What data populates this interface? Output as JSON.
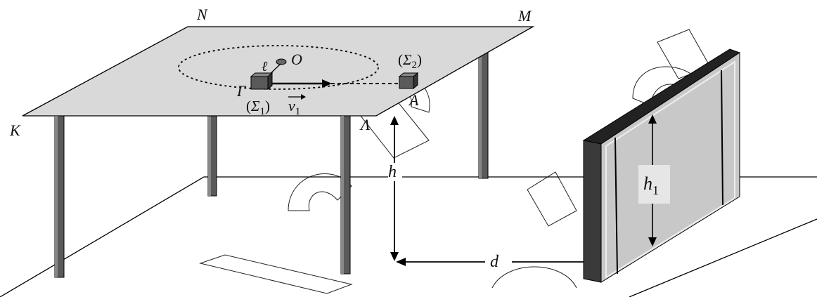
{
  "labels": {
    "N": "N",
    "M": "M",
    "K": "K",
    "Lambda": "Λ",
    "O": "O",
    "ell": "ℓ",
    "Gamma": "Γ",
    "A": "A",
    "sigma1_open": "(",
    "sigma1_sym": "Σ",
    "sigma1_sub": "1",
    "sigma1_close": ")",
    "sigma2_open": "(",
    "sigma2_sym": "Σ",
    "sigma2_sub": "2",
    "sigma2_close": ")",
    "v_sym": "v",
    "v_sub": "1",
    "h": "h",
    "d": "d",
    "h1_sym": "h",
    "h1_sub": "1"
  },
  "colors": {
    "table_top": "#d9d9d9",
    "leg_dark": "#555555",
    "leg_light": "#7a7a7a",
    "wall_face": "#c8c8c8",
    "wall_edge": "#3a3a3a",
    "wall_top": "#222222",
    "block": "#555555",
    "line": "#000000"
  }
}
